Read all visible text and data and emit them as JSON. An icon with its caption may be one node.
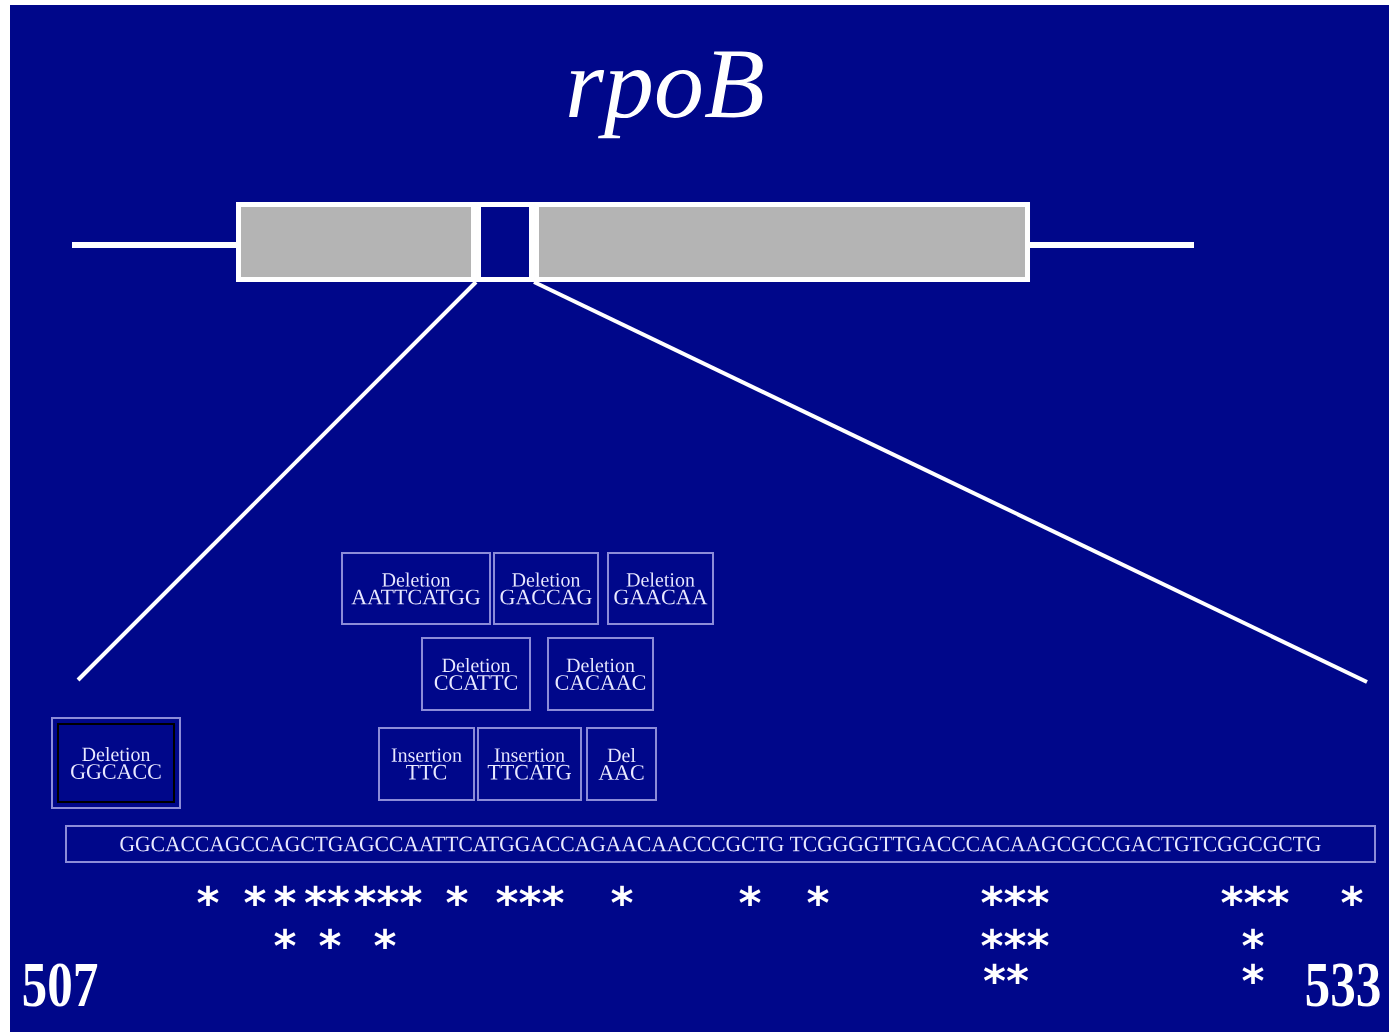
{
  "diagram": {
    "title": "rpoB",
    "nodes": [
      {
        "text": [],
        "shape": "box"
      },
      {
        "text": [],
        "shape": "box"
      },
      {
        "text": [],
        "shape": "box"
      },
      {
        "text": [
          "Deletion",
          "AATTCATGG"
        ]
      },
      {
        "text": [
          "Deletion",
          "GACCAG"
        ]
      },
      {
        "text": [
          "Deletion",
          "GAACAA"
        ]
      },
      {
        "text": [
          "Deletion",
          "CCATTC"
        ]
      },
      {
        "text": [
          "Deletion",
          "CACAAC"
        ]
      },
      {
        "text": [
          "Deletion",
          "GGCACC"
        ]
      },
      {
        "text": [
          "Insertion",
          "TTC"
        ]
      },
      {
        "text": [
          "Insertion",
          "TTCATG"
        ]
      },
      {
        "text": [
          "Del",
          "AAC"
        ]
      },
      {
        "text": [
          "GGCACCAGCCAGCTGAGCCAATTCATGGACCAGAACAACCCGCTG TCGGGGTTGACCCACAAGCGCCGACTGTCGGCGCTG"
        ]
      }
    ],
    "edges": [
      {
        "from": 1,
        "to": null,
        "arrow": "none"
      },
      {
        "from": 1,
        "to": null,
        "arrow": "none"
      }
    ],
    "labels": [
      "*",
      "*",
      "*",
      "**",
      "***",
      "*",
      "***",
      "*",
      "*",
      "*",
      "***",
      "***",
      "*",
      "*",
      "*",
      "*",
      "***",
      "*",
      "**",
      "*",
      "507",
      "533"
    ]
  }
}
